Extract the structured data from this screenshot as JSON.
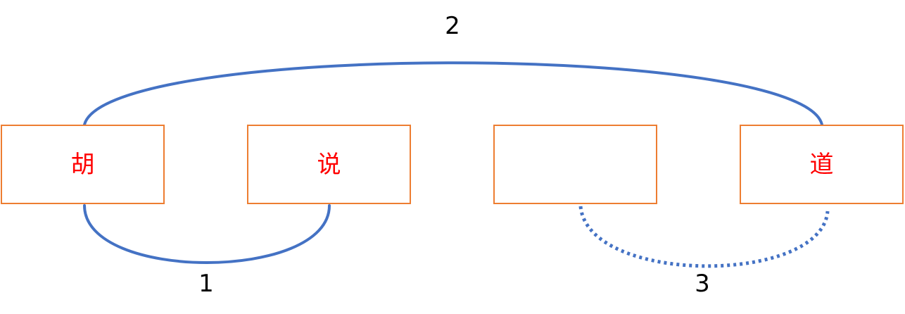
{
  "diagram": {
    "boxes": [
      {
        "label": "胡"
      },
      {
        "label": "说"
      },
      {
        "label": ""
      },
      {
        "label": "道"
      }
    ],
    "arcs": [
      {
        "label": "1",
        "from": 0,
        "to": 1,
        "style": "solid"
      },
      {
        "label": "2",
        "from": 0,
        "to": 3,
        "style": "solid"
      },
      {
        "label": "3",
        "from": 2,
        "to": 3,
        "style": "dotted"
      }
    ],
    "colors": {
      "box_border": "#ED7D31",
      "box_text": "#FF0000",
      "arc": "#4472C4",
      "arc_label": "#000000"
    }
  }
}
